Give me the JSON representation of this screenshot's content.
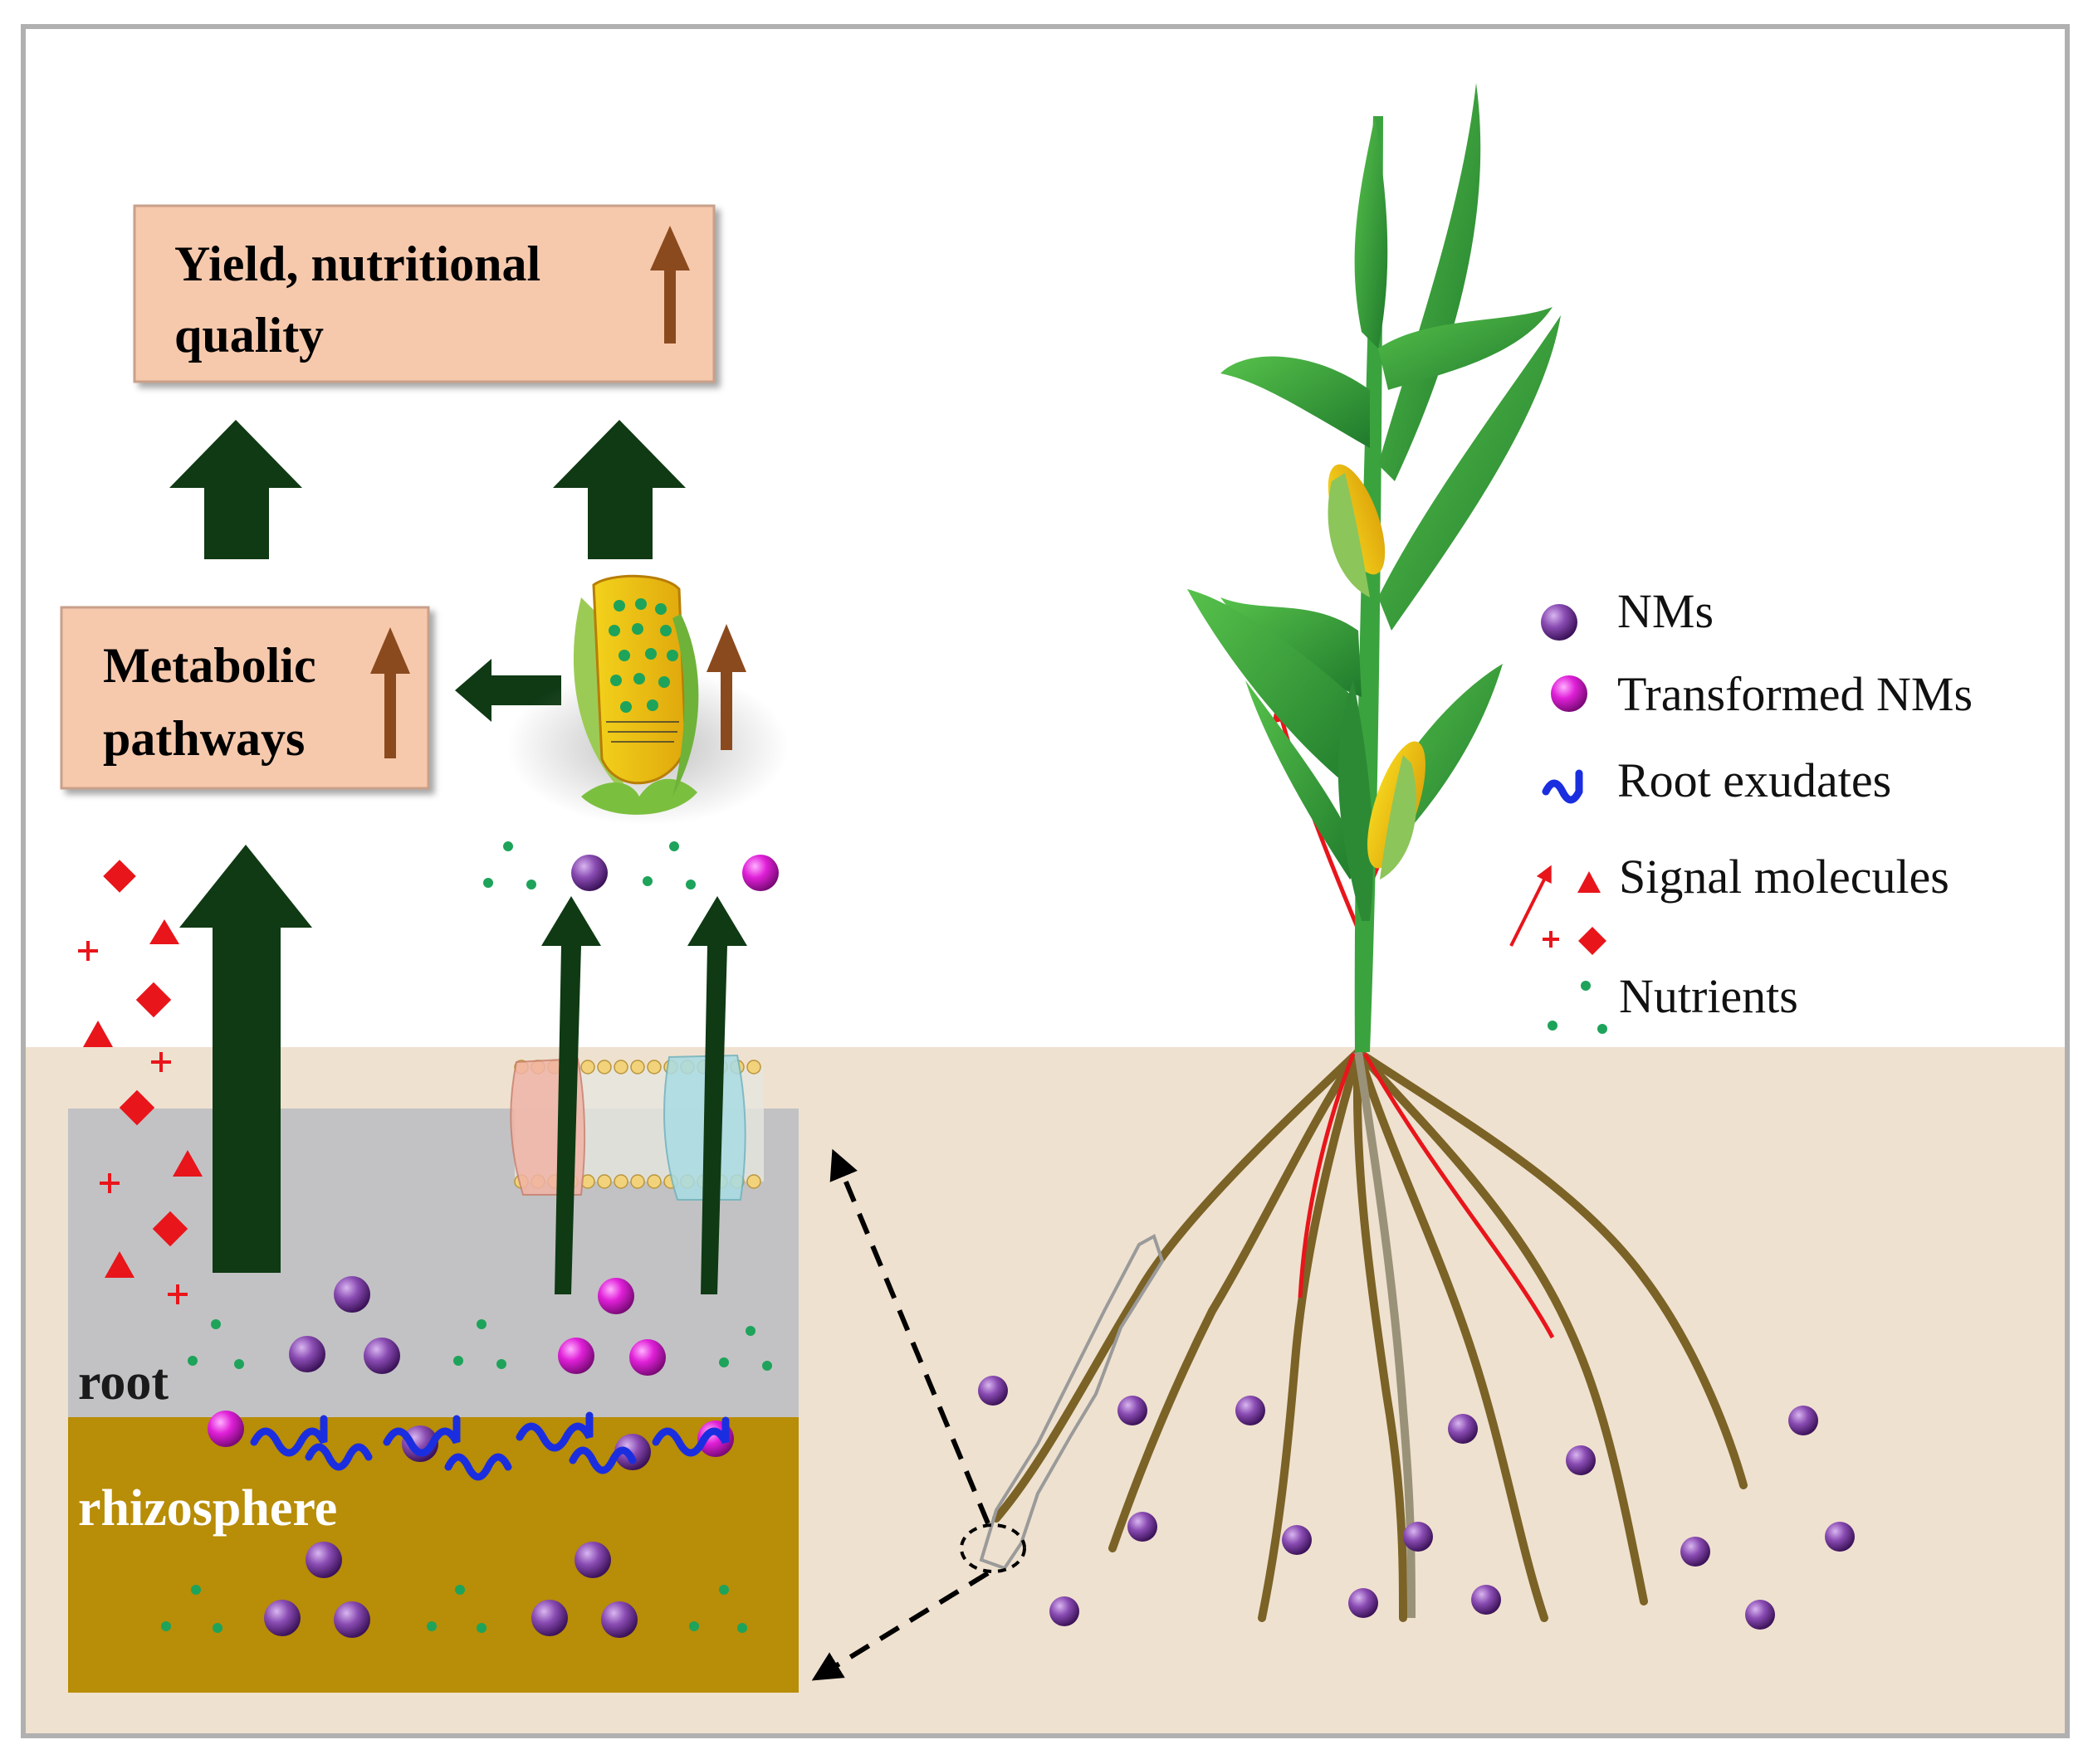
{
  "boxes": {
    "yield_line1": "Yield, nutritional",
    "yield_line2": "quality",
    "metabolic_line1": "Metabolic",
    "metabolic_line2": "pathways"
  },
  "layers": {
    "root": "root",
    "rhizosphere": "rhizosphere"
  },
  "legend": [
    {
      "icon": "purple-sphere-icon",
      "label": "NMs"
    },
    {
      "icon": "magenta-sphere-icon",
      "label": "Transformed NMs"
    },
    {
      "icon": "blue-squiggle-icon",
      "label": "Root exudates"
    },
    {
      "icon": "red-signal-arrow-icon",
      "label": "Signal molecules"
    },
    {
      "icon": "green-dots-icon",
      "label": "Nutrients"
    }
  ],
  "colors": {
    "box_fill": "#f6c9ad",
    "dark_arrow": "#0f3a14",
    "up_indicator": "#8b4a1e",
    "soil": "#efe1cf",
    "root_layer": "#c2c2c4",
    "rhizosphere_layer": "#b88d07",
    "nm": "#7a3ea0",
    "transformed_nm": "#d11ac9",
    "nutrient": "#1ea35a",
    "exudate": "#1a2ee0",
    "signal": "#e8151b",
    "leaf": "#2e9a3a",
    "root_strand": "#7b6226"
  }
}
